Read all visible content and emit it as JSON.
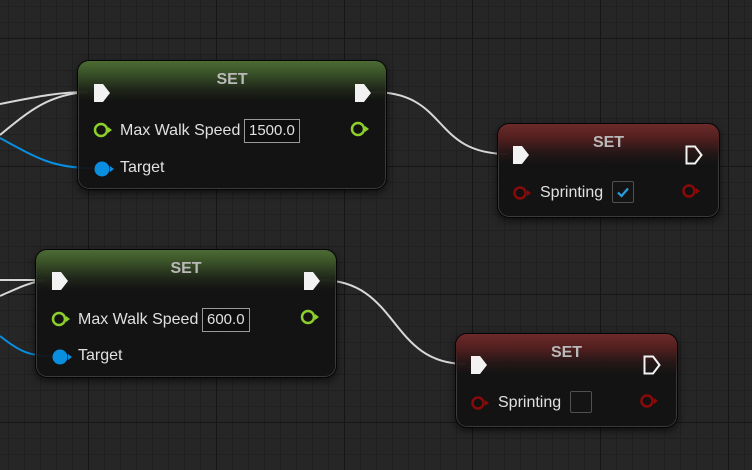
{
  "nodes": {
    "set_speed_1": {
      "title": "SET",
      "variable": "Max Walk Speed",
      "value": "1500.0",
      "target_label": "Target"
    },
    "set_sprint_1": {
      "title": "SET",
      "variable": "Sprinting",
      "checked": true
    },
    "set_speed_2": {
      "title": "SET",
      "variable": "Max Walk Speed",
      "value": "600.0",
      "target_label": "Target"
    },
    "set_sprint_2": {
      "title": "SET",
      "variable": "Sprinting",
      "checked": false
    }
  },
  "colors": {
    "float_pin": "#8ed02b",
    "object_pin": "#0a8fe0",
    "bool_pin": "#8a0a0a",
    "exec_wire": "#e8e8e8",
    "object_wire": "#0a8fe0",
    "checkmark": "#2a9de0"
  }
}
